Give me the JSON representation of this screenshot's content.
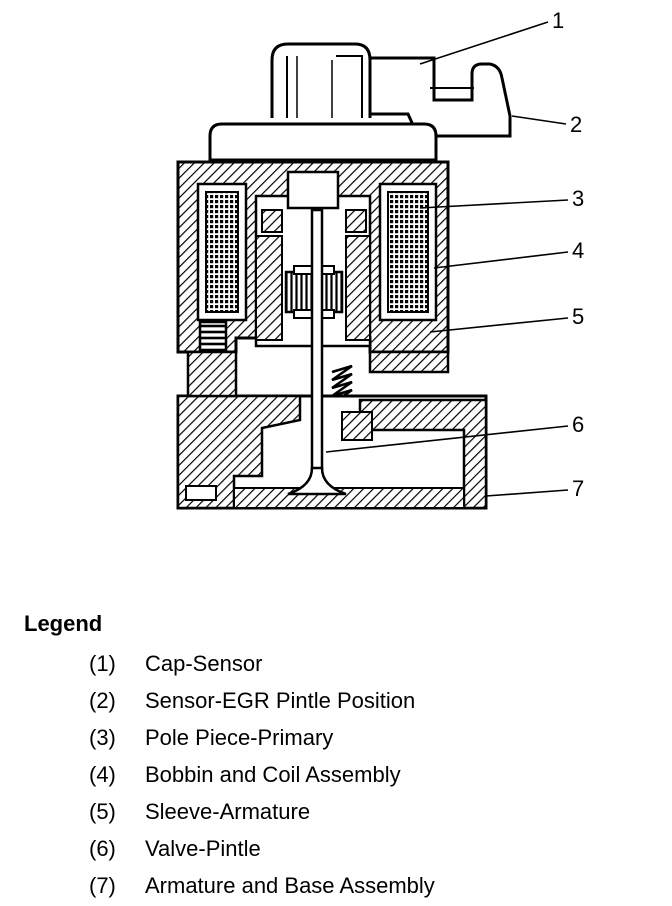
{
  "callouts": [
    "1",
    "2",
    "3",
    "4",
    "5",
    "6",
    "7"
  ],
  "legend": {
    "title": "Legend",
    "items": [
      {
        "num": "(1)",
        "label": "Cap-Sensor"
      },
      {
        "num": "(2)",
        "label": "Sensor-EGR Pintle Position"
      },
      {
        "num": "(3)",
        "label": "Pole Piece-Primary"
      },
      {
        "num": "(4)",
        "label": "Bobbin and Coil Assembly"
      },
      {
        "num": "(5)",
        "label": "Sleeve-Armature"
      },
      {
        "num": "(6)",
        "label": "Valve-Pintle"
      },
      {
        "num": "(7)",
        "label": "Armature and Base Assembly"
      }
    ]
  }
}
